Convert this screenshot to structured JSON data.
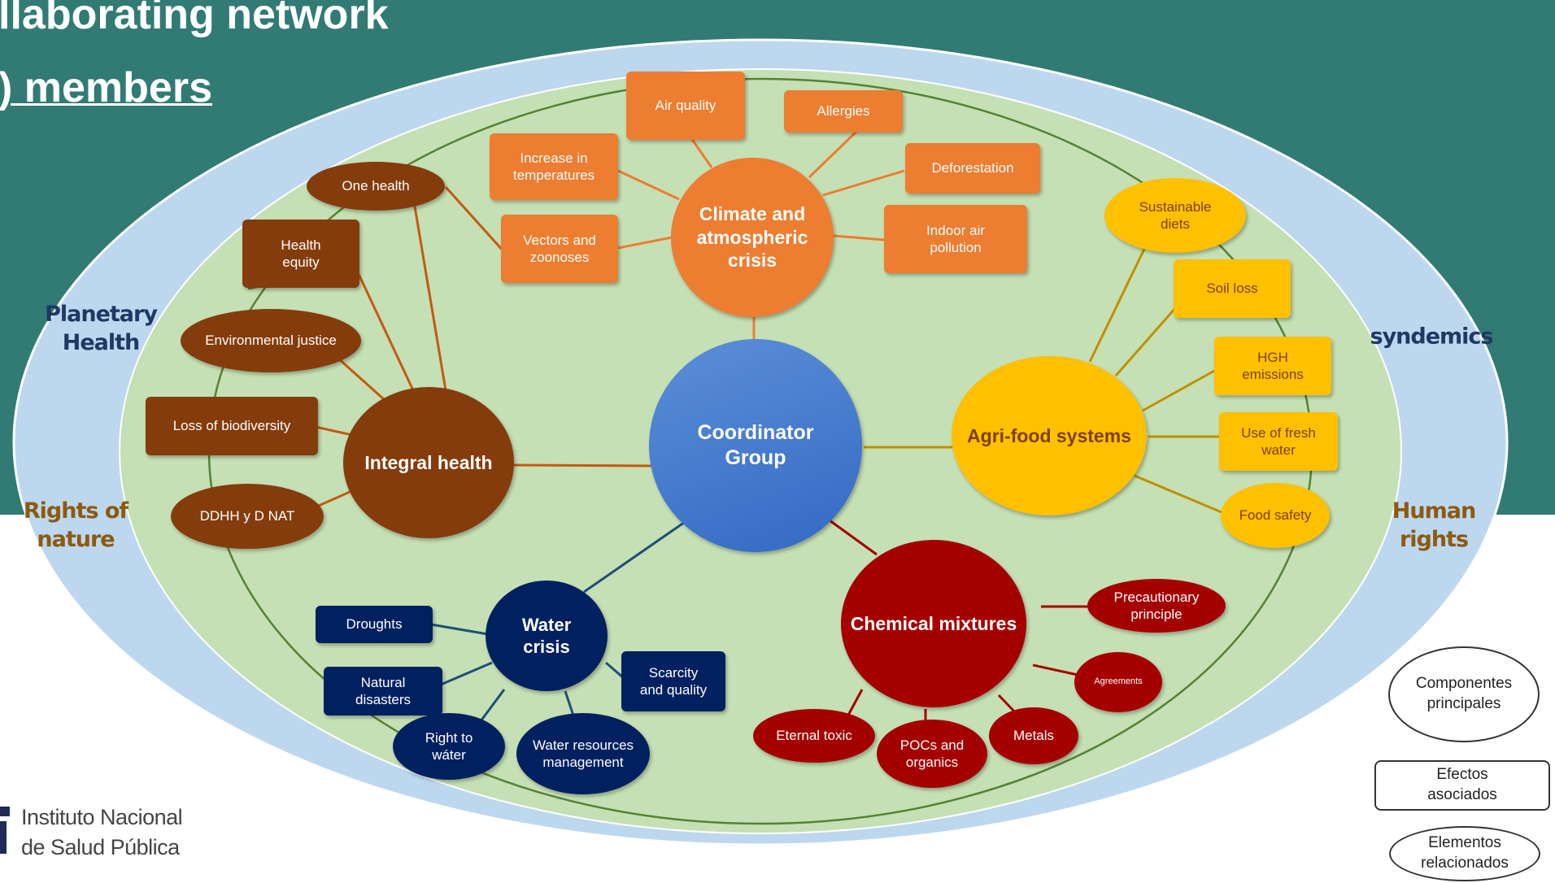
{
  "header": {
    "title_line1": "llaborating network",
    "title_line2": ") members"
  },
  "sides": {
    "planetary_health": "Planetary\nHealth",
    "syndemics": "syndemics",
    "rights_of_nature": "Rights of\nnature",
    "human_rights": "Human\nrights"
  },
  "center": {
    "label": "Coordinator\nGroup"
  },
  "components": {
    "climate": {
      "label": "Climate and\natmospheric\ncrisis",
      "items": {
        "air_quality": "Air quality",
        "allergies": "Allergies",
        "increase_temp": "Increase in\ntemperatures",
        "deforestation": "Deforestation",
        "vectors": "Vectors and\nzoonoses",
        "indoor": "Indoor air\npollution"
      }
    },
    "integral_health": {
      "label": "Integral health",
      "items": {
        "one_health": "One health",
        "health_equity": "Health\nequity",
        "env_justice": "Environmental justice",
        "biodiversity": "Loss of biodiversity",
        "ddhh": "DDHH y D NAT"
      }
    },
    "agrifood": {
      "label": "Agri-food systems",
      "items": {
        "sustainable": "Sustainable\ndiets",
        "soil": "Soil loss",
        "hgh": "HGH\nemissions",
        "freshwater": "Use of fresh\nwater",
        "food_safety": "Food safety"
      }
    },
    "water": {
      "label": "Water\ncrisis",
      "items": {
        "droughts": "Droughts",
        "natural": "Natural\ndisasters",
        "scarcity": "Scarcity\nand quality",
        "right_water": "Right to\nwáter",
        "resources": "Water resources\nmanagement"
      }
    },
    "chemical": {
      "label": "Chemical mixtures",
      "items": {
        "precautionary": "Precautionary\nprinciple",
        "agreements": "Agreements",
        "eternal": "Eternal toxic",
        "pocs": "POCs and\norganics",
        "metals": "Metals"
      }
    }
  },
  "legend": {
    "components": "Componentes\nprincipales",
    "effects": "Efectos\nasociados",
    "elements": "Elementos\nrelacionados"
  },
  "logo": {
    "line1": "Instituto Nacional",
    "line2": "de Salud Pública"
  },
  "colors": {
    "band": "#317b74",
    "outer_ellipse": "#bdd7ee",
    "inner_ellipse": "#c5e0b4",
    "climate": "#ed7d31",
    "integral_health": "#843c0c",
    "agrifood": "#ffc000",
    "water": "#002060",
    "chemical": "#a50000",
    "center": "#4472c4"
  }
}
